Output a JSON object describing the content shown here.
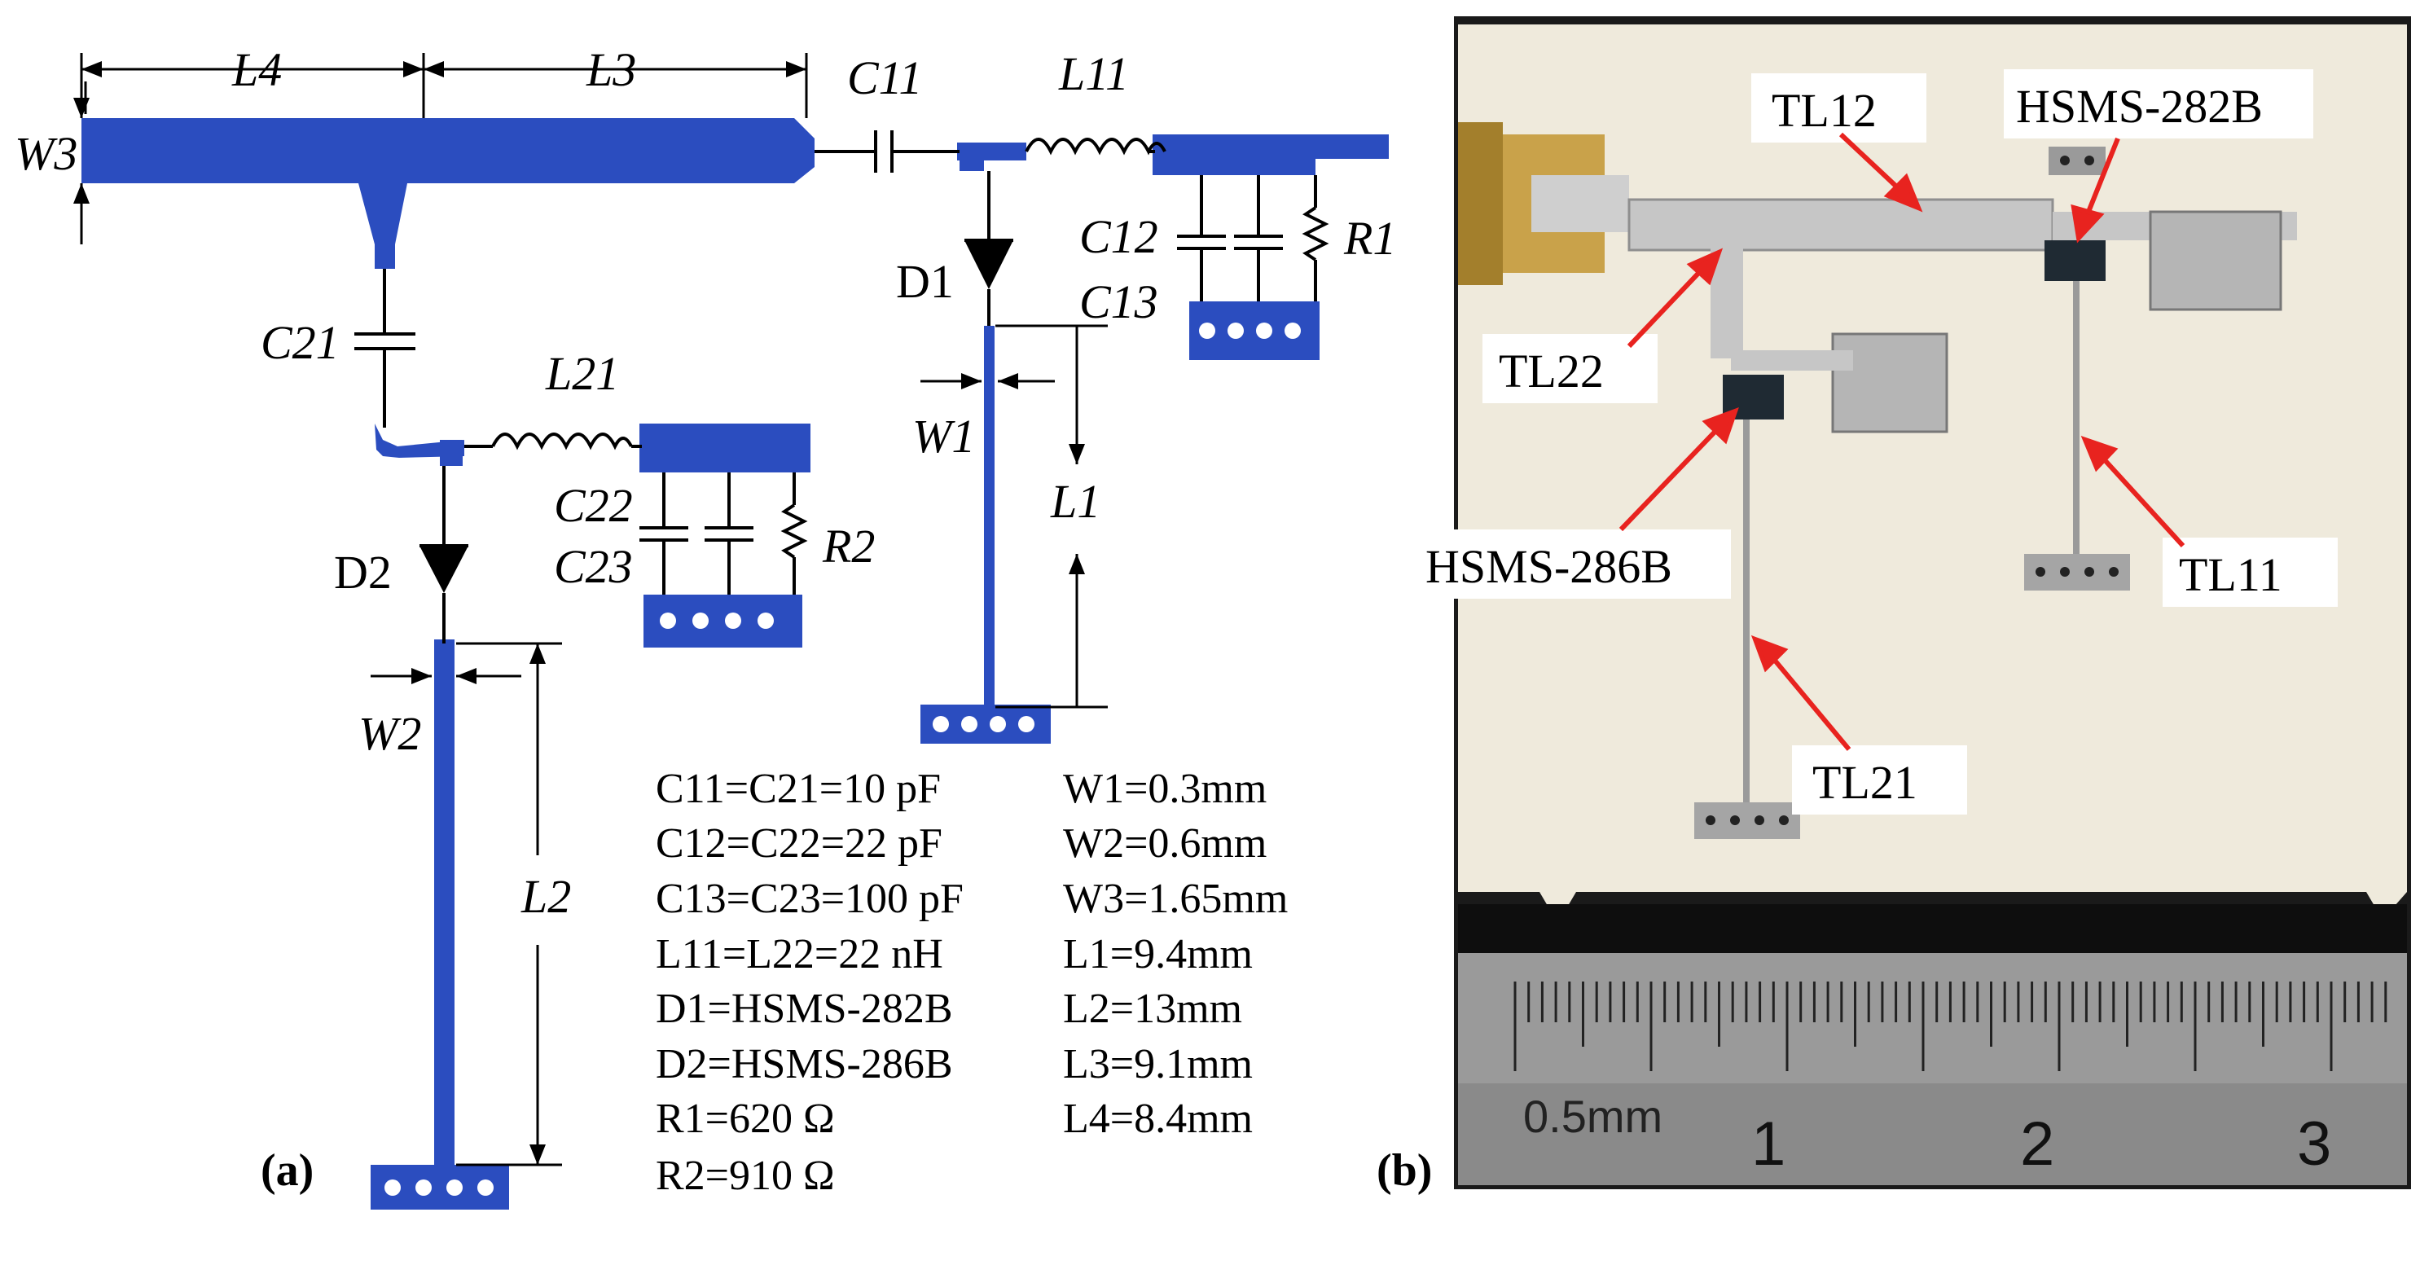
{
  "panel_a": {
    "caption": "(a)",
    "labels": {
      "L4": "L4",
      "L3": "L3",
      "W3": "W3",
      "C11": "C11",
      "L11": "L11",
      "C21": "C21",
      "L21": "L21",
      "C12": "C12",
      "C13": "C13",
      "R1": "R1",
      "D1": "D1",
      "W1": "W1",
      "L1": "L1",
      "D2": "D2",
      "C22": "C22",
      "C23": "C23",
      "R2": "R2",
      "W2": "W2",
      "L2": "L2"
    },
    "params_left": [
      "C11=C21=10 pF",
      "C12=C22=22 pF",
      "C13=C23=100 pF",
      "L11=L22=22 nH",
      "D1=HSMS-282B",
      "D2=HSMS-286B",
      "R1=620 Ω",
      "R2=910 Ω"
    ],
    "params_right": [
      "W1=0.3mm",
      "W2=0.6mm",
      "W3=1.65mm",
      "L1=9.4mm",
      "L2=13mm",
      "L3=9.1mm",
      "L4=8.4mm"
    ],
    "trace_color": "#2b4dbf"
  },
  "panel_b": {
    "caption": "(b)",
    "callouts": {
      "tl12": "TL12",
      "hsms282b": "HSMS-282B",
      "tl22": "TL22",
      "hsms286b": "HSMS-286B",
      "tl11": "TL11",
      "tl21": "TL21"
    },
    "ruler_text": "0.5mm",
    "ruler_numbers": [
      "1",
      "2",
      "3"
    ],
    "board_color": "#efeadc",
    "arrow_color": "#e8231f"
  }
}
